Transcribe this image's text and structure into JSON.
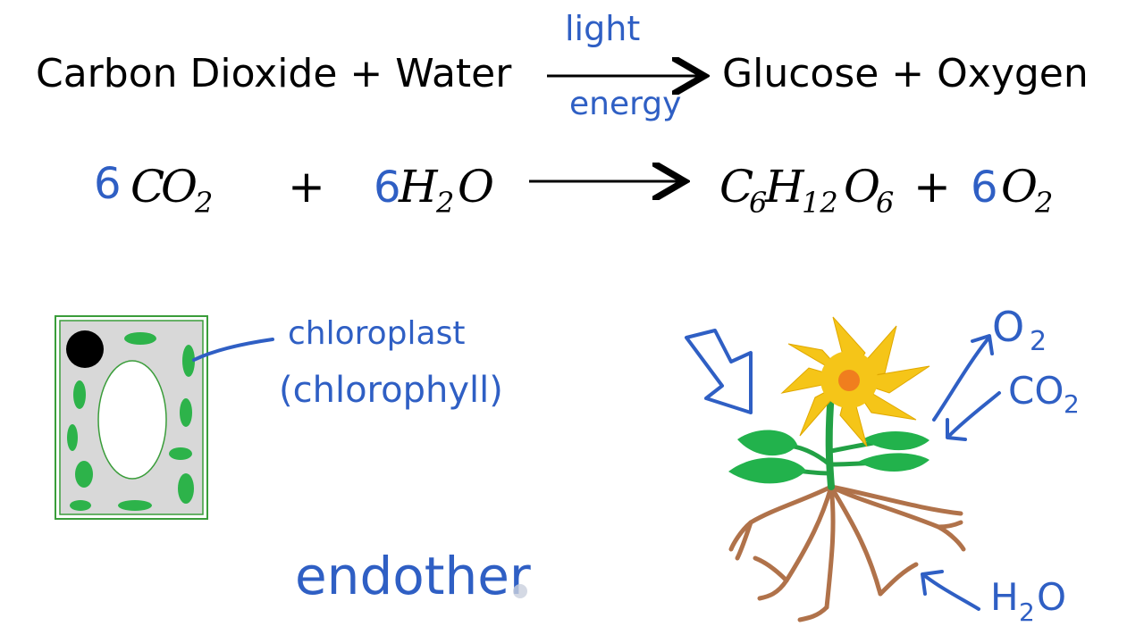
{
  "word_equation": {
    "reactants": "Carbon Dioxide + Water",
    "products": "Glucose + Oxygen",
    "arrow_top": "light",
    "arrow_bottom": "energy"
  },
  "symbol_equation": {
    "co2_coef": "6",
    "co2_c": "C",
    "co2_o": "O",
    "co2_sub": "2",
    "plus1": "+",
    "h2o_coef": "6",
    "h2o_h": "H",
    "h2o_sub": "2",
    "h2o_o": "O",
    "glu_c": "C",
    "glu_c_sub": "6",
    "glu_h": "H",
    "glu_h_sub": "12",
    "glu_o": "O",
    "glu_o_sub": "6",
    "plus2": "+",
    "o2_coef": "6",
    "o2_o": "O",
    "o2_sub": "2"
  },
  "annotations": {
    "chloroplast": "chloroplast",
    "chlorophyll": "(chlorophyll)",
    "endothermic": "endother",
    "o2_main": "O",
    "o2_sub": "2",
    "co2_main": "CO",
    "co2_sub": "2",
    "h2o_h": "H",
    "h2o_sub": "2",
    "h2o_o": "O"
  },
  "colors": {
    "ink_blue": "#2f5fc4",
    "cell_wall_green": "#3a9d3a",
    "chloroplast_green": "#2db34a",
    "cell_grey": "#d8d8d8",
    "petal_yellow": "#f5c518",
    "flower_center": "#f07e1e",
    "leaf_green": "#22b24c",
    "root_brown": "#b0724a"
  }
}
